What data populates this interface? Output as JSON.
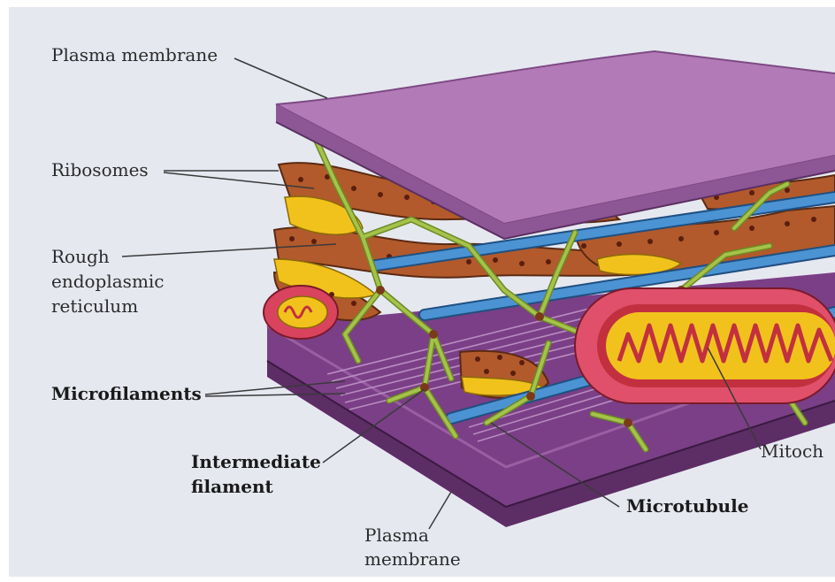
{
  "labels": {
    "plasma_membrane_top": "Plasma membrane",
    "ribosomes": "Ribosomes",
    "rer_line1": "Rough",
    "rer_line2": "endoplasmic",
    "rer_line3": "reticulum",
    "microfilaments": "Microfilaments",
    "intermediate_line1": "Intermediate",
    "intermediate_line2": "filament",
    "microtubule": "Microtubule",
    "mitochondrion_partial": "Mitoch",
    "plasma_membrane_bottom_line1": "Plasma",
    "plasma_membrane_bottom_line2": "membrane"
  },
  "colors": {
    "background": "#e6e8f0",
    "membrane": "#b27ab6",
    "membrane_edge": "#7d4a84",
    "er": "#b45a2c",
    "er_lumen": "#f2c21c",
    "microtubule": "#3f86c6",
    "intermediate_filament": "#9cbb3e",
    "mitochondrion": "#e0506a"
  }
}
